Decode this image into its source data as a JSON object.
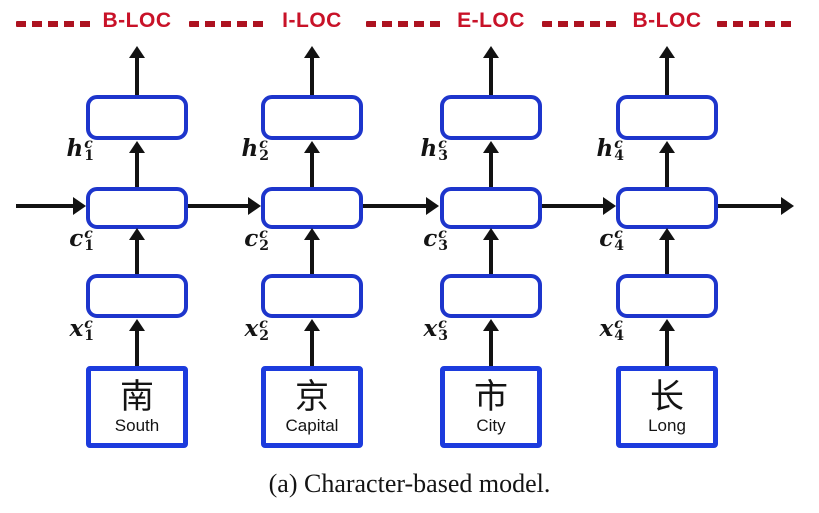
{
  "figure": {
    "caption": "(a) Character-based model.",
    "colors": {
      "box_border_blue": "#1d35cc",
      "char_box_border_blue": "#1c3bdd",
      "tag_text_red": "#c81228",
      "dash_line_red": "#ad1220",
      "arrow_black": "#121212"
    },
    "columns": [
      {
        "tag": "B-LOC",
        "hidden_label": {
          "base": "h",
          "sup": "c",
          "sub": "1"
        },
        "cell_label": {
          "base": "c",
          "sup": "c",
          "sub": "1"
        },
        "input_label": {
          "base": "x",
          "sup": "c",
          "sub": "1"
        },
        "character": "南",
        "translation": "South"
      },
      {
        "tag": "I-LOC",
        "hidden_label": {
          "base": "h",
          "sup": "c",
          "sub": "2"
        },
        "cell_label": {
          "base": "c",
          "sup": "c",
          "sub": "2"
        },
        "input_label": {
          "base": "x",
          "sup": "c",
          "sub": "2"
        },
        "character": "京",
        "translation": "Capital"
      },
      {
        "tag": "E-LOC",
        "hidden_label": {
          "base": "h",
          "sup": "c",
          "sub": "3"
        },
        "cell_label": {
          "base": "c",
          "sup": "c",
          "sub": "3"
        },
        "input_label": {
          "base": "x",
          "sup": "c",
          "sub": "3"
        },
        "character": "市",
        "translation": "City"
      },
      {
        "tag": "B-LOC",
        "hidden_label": {
          "base": "h",
          "sup": "c",
          "sub": "4"
        },
        "cell_label": {
          "base": "c",
          "sup": "c",
          "sub": "4"
        },
        "input_label": {
          "base": "x",
          "sup": "c",
          "sub": "4"
        },
        "character": "长",
        "translation": "Long"
      }
    ]
  }
}
